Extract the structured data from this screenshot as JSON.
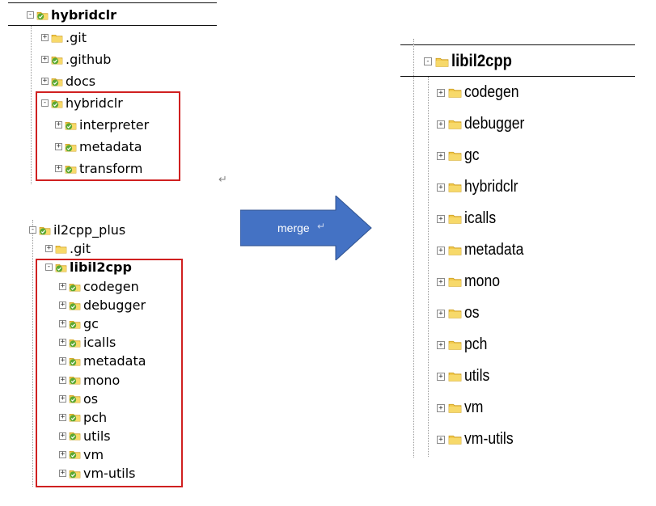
{
  "left_top": {
    "root": {
      "label": "hybridclr",
      "expanded": true
    },
    "items": [
      {
        "label": ".git",
        "icon": "folder-plain-icon",
        "expanded": false
      },
      {
        "label": ".github",
        "icon": "folder-git-icon",
        "expanded": false
      },
      {
        "label": "docs",
        "icon": "folder-git-icon",
        "expanded": false
      },
      {
        "label": "hybridclr",
        "icon": "folder-git-icon",
        "expanded": true
      },
      {
        "label": "interpreter",
        "icon": "folder-git-icon",
        "expanded": false
      },
      {
        "label": "metadata",
        "icon": "folder-git-icon",
        "expanded": false
      },
      {
        "label": "transform",
        "icon": "folder-git-icon",
        "expanded": false
      }
    ]
  },
  "left_bottom": {
    "root": {
      "label": "il2cpp_plus",
      "expanded": true
    },
    "git": {
      "label": ".git",
      "expanded": false
    },
    "libil2cpp": {
      "label": "libil2cpp",
      "expanded": true
    },
    "items": [
      "codegen",
      "debugger",
      "gc",
      "icalls",
      "metadata",
      "mono",
      "os",
      "pch",
      "utils",
      "vm",
      "vm-utils"
    ]
  },
  "arrow": {
    "label": "merge",
    "color": "#4472c4"
  },
  "right": {
    "root": {
      "label": "libil2cpp",
      "expanded": true
    },
    "items": [
      "codegen",
      "debugger",
      "gc",
      "hybridclr",
      "icalls",
      "metadata",
      "mono",
      "os",
      "pch",
      "utils",
      "vm",
      "vm-utils"
    ]
  },
  "colors": {
    "highlight": "#d02020",
    "folder": "#f2c94c",
    "git_badge": "#5aa832"
  }
}
